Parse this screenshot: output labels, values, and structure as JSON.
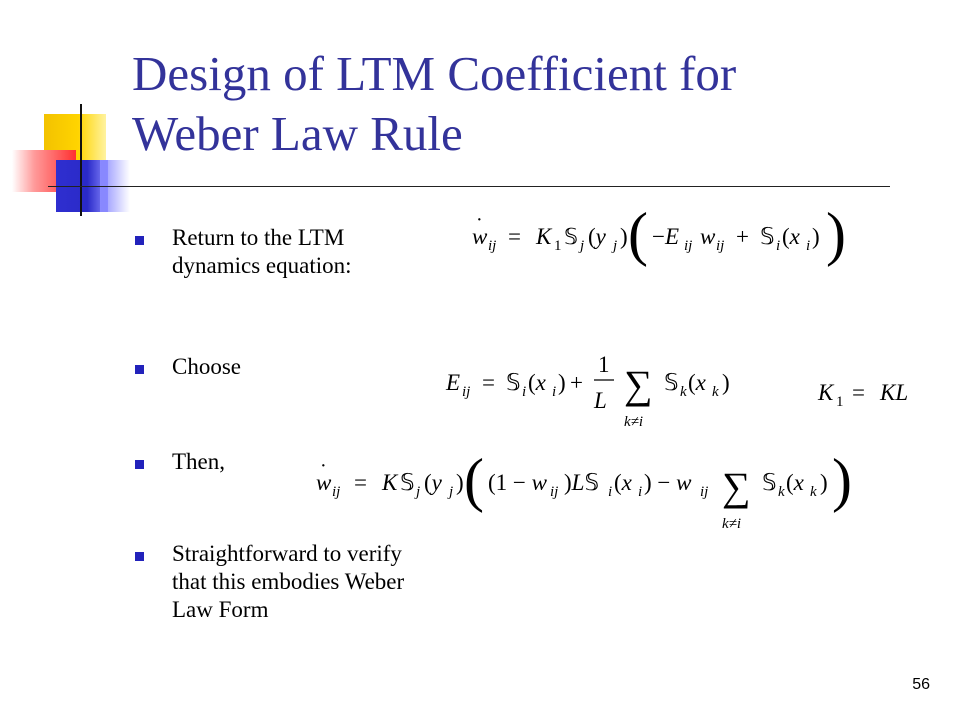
{
  "slide": {
    "title_line1": "Design of LTM Coefficient for",
    "title_line2": "Weber Law Rule",
    "page_number": "56"
  },
  "bullets": [
    {
      "line1": "Return to the LTM",
      "line2": "dynamics equation:"
    },
    {
      "line1": "Choose"
    },
    {
      "line1": "Then,"
    },
    {
      "line1": "Straightforward to verify",
      "line2": "that this embodies Weber",
      "line3": "Law Form"
    }
  ],
  "colors": {
    "title": "#33339a",
    "bullet": "#2222bb",
    "accent_yellow": "#ffd400",
    "accent_red": "#ff3030",
    "accent_blue": "#2a2ac8"
  }
}
